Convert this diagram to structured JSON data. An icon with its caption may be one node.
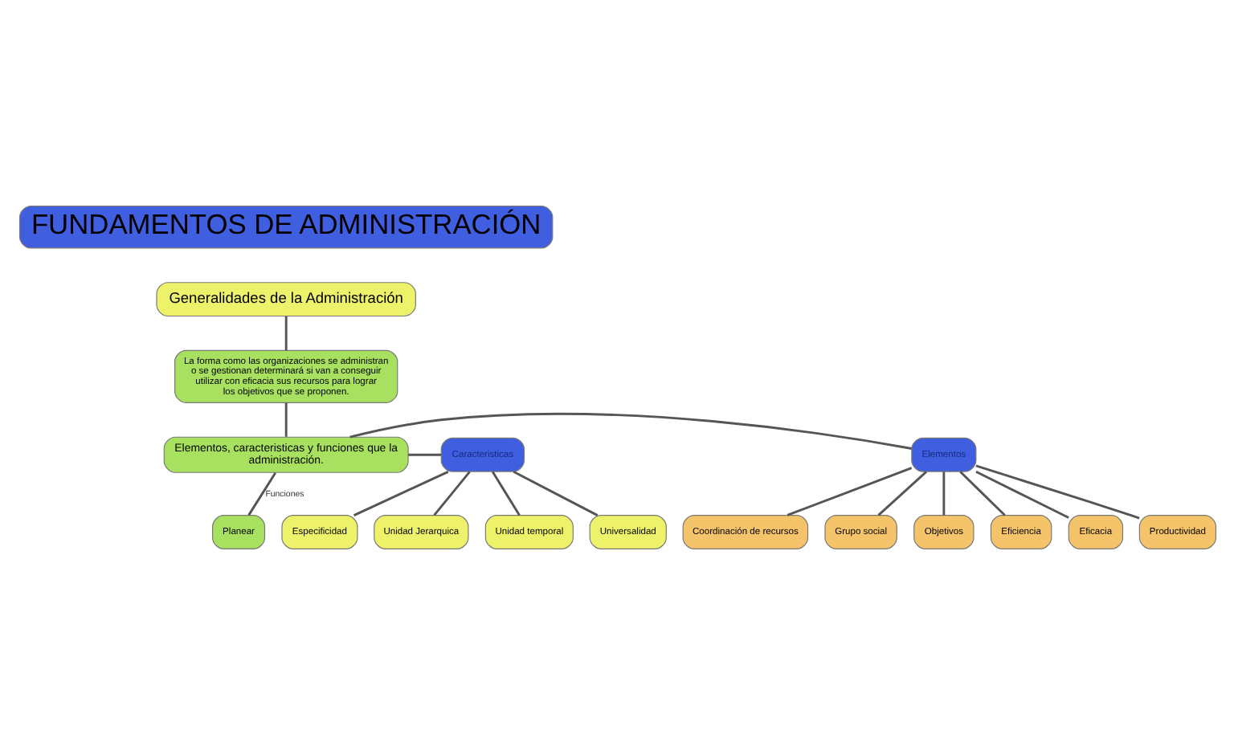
{
  "diagram": {
    "nodes": [
      {
        "text": [
          "FUNDAMENTOS DE ADMINISTRACIÓN"
        ]
      },
      {
        "text": [
          "Generalidades de la Administración"
        ]
      },
      {
        "text": [
          "La forma como las organizaciones se administran o se gestionan determinará si van a conseguir utilizar con eficacia sus recursos para lograr los objetivos que se proponen."
        ]
      },
      {
        "text": [
          "Elementos"
        ]
      },
      {
        "text": [
          "Caracteristicas"
        ]
      },
      {
        "text": [
          "Elementos, caracteristicas y funciones que la administración."
        ]
      },
      {
        "text": [
          "Grupo social"
        ]
      },
      {
        "text": [
          "Objetivos"
        ]
      },
      {
        "text": [
          "Eficiencia"
        ]
      },
      {
        "text": [
          "Eficacia"
        ]
      },
      {
        "text": [
          "Productividad"
        ]
      },
      {
        "text": [
          "Coordinación de recursos"
        ]
      },
      {
        "text": [
          "Universalidad"
        ]
      },
      {
        "text": [
          "Especificidad"
        ]
      },
      {
        "text": [
          "Unidad Jerarquica"
        ]
      },
      {
        "text": [
          "Unidad temporal"
        ]
      },
      {
        "text": [
          "Planear"
        ]
      }
    ],
    "edges": [
      {
        "from": 1,
        "to": 2,
        "arrow": "none"
      },
      {
        "from": 2,
        "to": 5,
        "arrow": "none"
      },
      {
        "from": 5,
        "to": 3,
        "arrow": "none"
      },
      {
        "from": 5,
        "to": 4,
        "arrow": "none"
      },
      {
        "from": 3,
        "to": 6,
        "arrow": "none"
      },
      {
        "from": 3,
        "to": 7,
        "arrow": "none"
      },
      {
        "from": 3,
        "to": 8,
        "arrow": "none"
      },
      {
        "from": 3,
        "to": 9,
        "arrow": "none"
      },
      {
        "from": 3,
        "to": 10,
        "arrow": "none"
      },
      {
        "from": 3,
        "to": 11,
        "arrow": "none"
      },
      {
        "from": 4,
        "to": 12,
        "arrow": "none"
      },
      {
        "from": 4,
        "to": 13,
        "arrow": "none"
      },
      {
        "from": 4,
        "to": 14,
        "arrow": "none"
      },
      {
        "from": 4,
        "to": 15,
        "arrow": "none"
      },
      {
        "from": 5,
        "to": 16,
        "label": "Funciones",
        "arrow": "none"
      }
    ]
  }
}
